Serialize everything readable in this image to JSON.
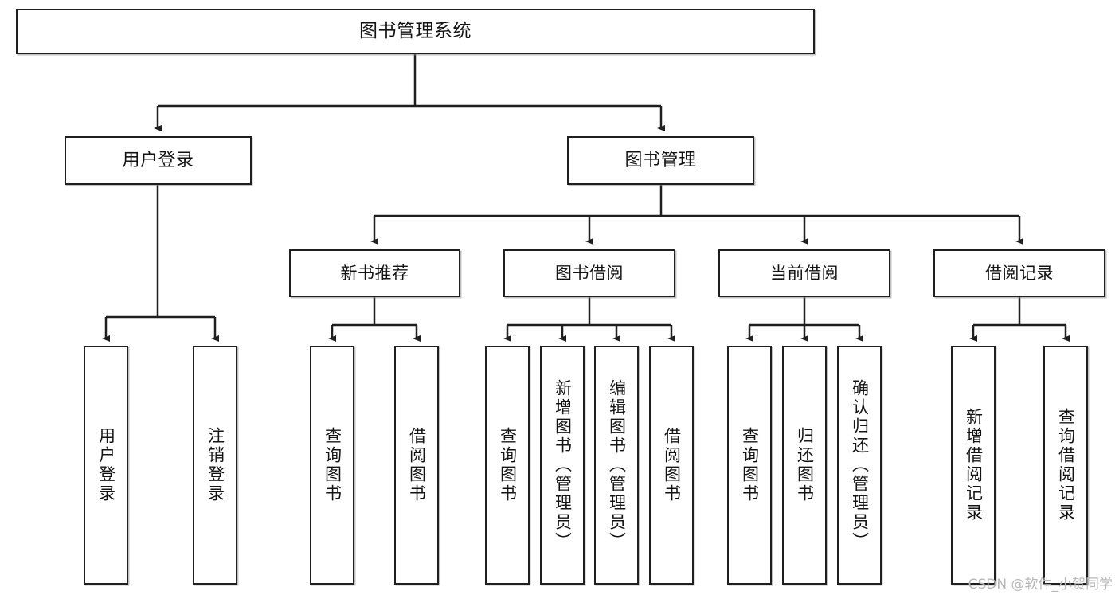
{
  "diagram": {
    "title": "图书管理系统",
    "type": "tree-hierarchy-chart",
    "root": {
      "label": "图书管理系统"
    },
    "level2": [
      {
        "label": "用户登录"
      },
      {
        "label": "图书管理"
      }
    ],
    "level3": [
      {
        "label": "新书推荐"
      },
      {
        "label": "图书借阅"
      },
      {
        "label": "当前借阅"
      },
      {
        "label": "借阅记录"
      }
    ],
    "leaves": {
      "user_login": [
        {
          "label": "用户登录"
        },
        {
          "label": "注销登录"
        }
      ],
      "new_book_recommend": [
        {
          "label": "查询图书"
        },
        {
          "label": "借阅图书"
        }
      ],
      "book_borrow": [
        {
          "label": "查询图书"
        },
        {
          "label": "新增图书（管理员）"
        },
        {
          "label": "编辑图书（管理员）"
        },
        {
          "label": "借阅图书"
        }
      ],
      "current_borrow": [
        {
          "label": "查询图书"
        },
        {
          "label": "归还图书"
        },
        {
          "label": "确认归还（管理员）"
        }
      ],
      "borrow_record": [
        {
          "label": "新增借阅记录"
        },
        {
          "label": "查询借阅记录"
        }
      ]
    }
  },
  "watermark": {
    "text": "CSDN @软件_小贺同学"
  },
  "colors": {
    "border": "#1f1f1f",
    "background": "#ffffff",
    "text": "#141414",
    "watermark": "#b8b8b8"
  }
}
